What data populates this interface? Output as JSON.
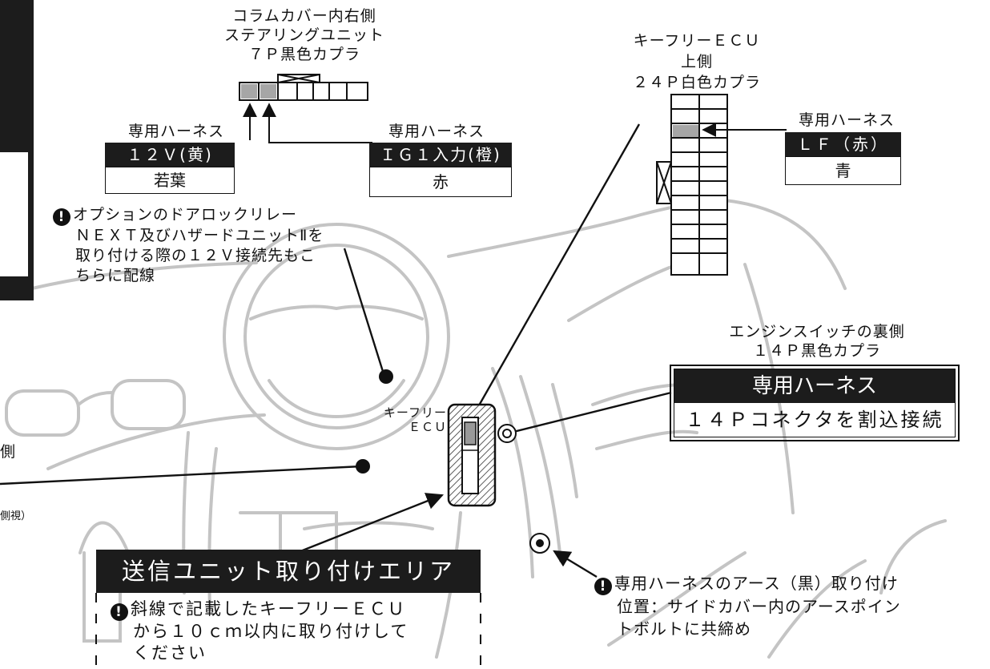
{
  "colors": {
    "line_gray": "#c4c4c4",
    "dark": "#1c1c1c",
    "pin_gray": "#a6a6a6"
  },
  "icons": [
    "warning-icon",
    "ground-point-icon"
  ],
  "steering_connector": {
    "title_lines": [
      "コラムカバー内右側",
      "ステアリングユニット",
      "７Ｐ黒色カプラ"
    ]
  },
  "harness_left": {
    "label": "専用ハーネス",
    "wire": "１２Ｖ(黄)",
    "color": "若葉"
  },
  "harness_mid": {
    "label": "専用ハーネス",
    "wire": "ＩＧ１入力(橙)",
    "color": "赤"
  },
  "option_note": {
    "lines": [
      "オプションのドアロックリレー",
      "ＮＥＸＴ及びハザードユニットⅡを",
      "取り付ける際の１２Ｖ接続先もこ",
      "ちらに配線"
    ]
  },
  "keyfree_connector": {
    "title_lines": [
      "キーフリーＥＣＵ",
      "上側",
      "２４Ｐ白色カプラ"
    ]
  },
  "harness_right": {
    "label": "専用ハーネス",
    "wire": "ＬＦ（赤）",
    "color": "青"
  },
  "engine_switch": {
    "title_lines": [
      "エンジンスイッチの裏側",
      "１４Ｐ黒色カプラ"
    ],
    "box_title": "専用ハーネス",
    "box_text": "１４Ｐコネクタを割込接続"
  },
  "keyfree_ecu_label": [
    "キーフリー",
    "ＥＣＵ"
  ],
  "left_cut": {
    "side_char": "側",
    "view_text": "側視）"
  },
  "transmitter": {
    "title": "送信ユニット取り付けエリア",
    "note_lines": [
      "斜線で記載したキーフリーＥＣＵ",
      "から１０ｃｍ以内に取り付けして",
      "ください"
    ]
  },
  "ground_note": {
    "lines": [
      "専用ハーネスのアース（黒）取り付け",
      "位置：サイドカバー内のアースポイン",
      "トボルトに共締め"
    ]
  }
}
